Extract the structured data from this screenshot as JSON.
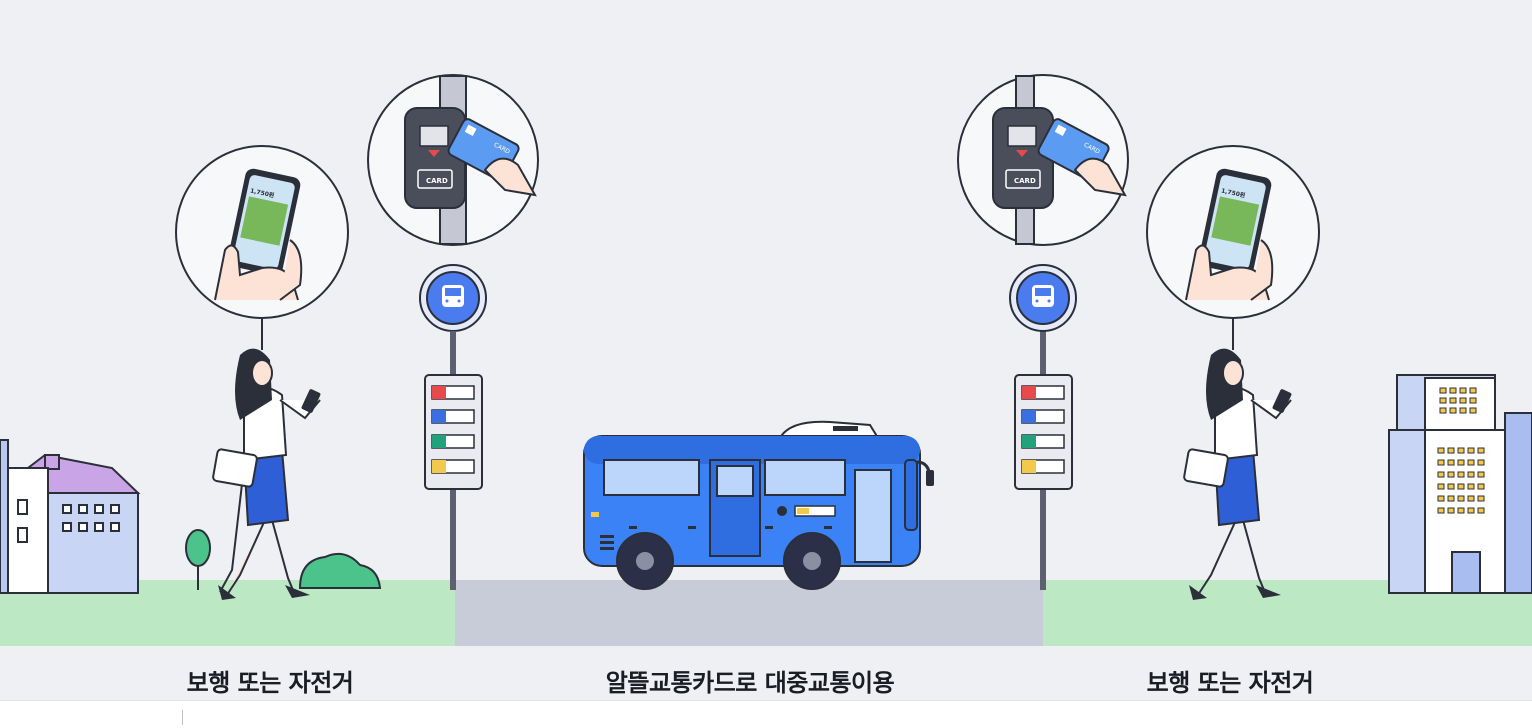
{
  "captions": {
    "left": "보행 또는 자전거",
    "middle": "알뜰교통카드로 대중교통이용",
    "right": "보행 또는 자전거"
  },
  "card_label": "CARD",
  "reader_label": "CARD",
  "phone_amount": "1,750원",
  "colors": {
    "background": "#eef0f4",
    "grass": "#bde8c4",
    "road": "#c8cbd8",
    "bus_blue": "#3b82f6",
    "sign_blue": "#4a7bef",
    "skirt_blue": "#2f5fd6"
  },
  "icons": [
    "bus-stop-sign-icon",
    "phone-app-icon",
    "card-reader-icon",
    "bus-icon",
    "building-icon",
    "house-icon",
    "tree-icon"
  ]
}
